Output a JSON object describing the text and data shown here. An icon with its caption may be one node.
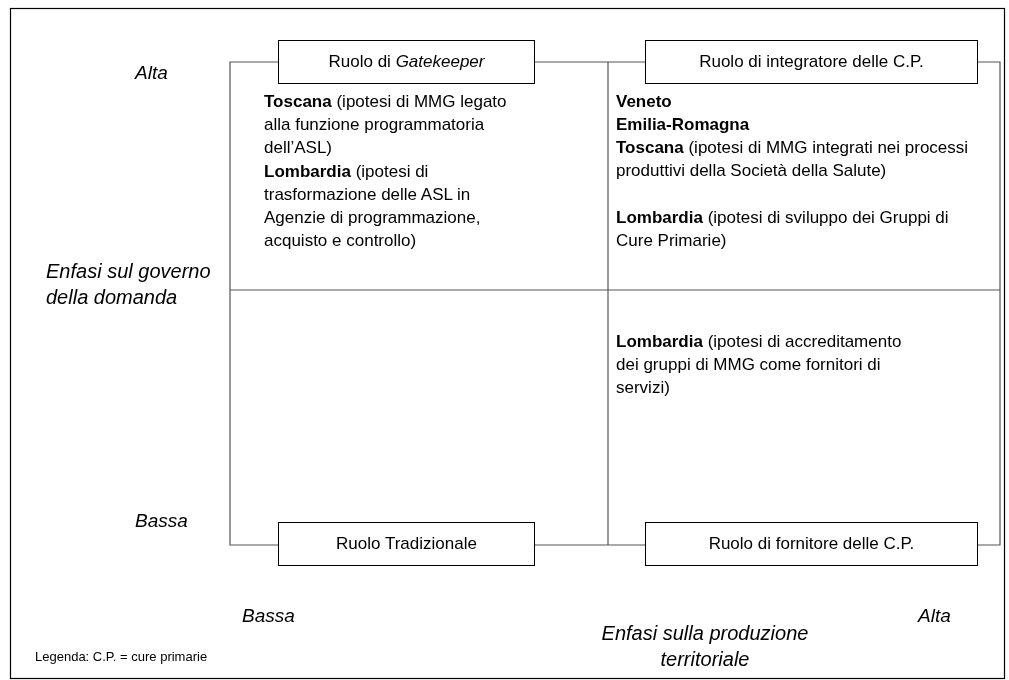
{
  "diagram": {
    "nodes": [
      {
        "text": [
          "Ruolo di *Gatekeeper*"
        ]
      },
      {
        "text": [
          "Ruolo di integratore delle C.P."
        ]
      },
      {
        "text": [
          "Ruolo Tradizionale"
        ]
      },
      {
        "text": [
          "Ruolo di fornitore delle C.P."
        ]
      }
    ],
    "labels": [
      "Alta",
      "**Toscana** (ipotesi di MMG legato alla funzione programmatoria dell’ASL)",
      "**Lombardia** (ipotesi di trasformazione delle ASL in Agenzie di programmazione, acquisto e controllo)",
      "Veneto",
      "Emilia-Romagna",
      "**Toscana** (ipotesi di MMG integrati nei processi produttivi della Società della Salute)",
      "**Lombardia** (ipotesi di sviluppo dei Gruppi di Cure Primarie)",
      "Enfasi sul governo della domanda",
      "**Lombardia** (ipotesi di accreditamento dei gruppi di MMG come fornitori di servizi)",
      "Bassa",
      "Bassa",
      "Alta",
      "Enfasi sulla produzione territoriale",
      "Legenda: C.P. = cure primarie"
    ]
  }
}
